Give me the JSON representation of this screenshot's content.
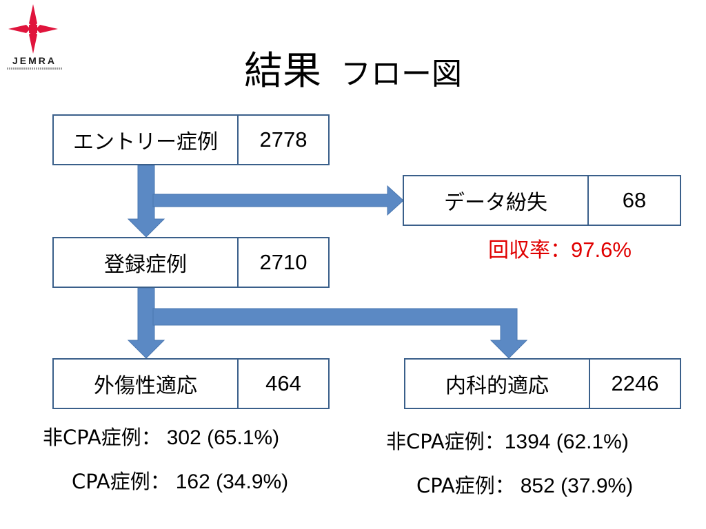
{
  "logo": {
    "text": "JEMRA"
  },
  "title": {
    "main": "結果",
    "sub": "フロー図"
  },
  "boxes": {
    "entry": {
      "label": "エントリー症例",
      "value": "2778"
    },
    "lost": {
      "label": "データ紛失",
      "value": "68"
    },
    "registered": {
      "label": "登録症例",
      "value": "2710"
    },
    "trauma": {
      "label": "外傷性適応",
      "value": "464"
    },
    "medical": {
      "label": "内科的適応",
      "value": "2246"
    }
  },
  "recovery": {
    "label": "回収率：",
    "value": "97.6%"
  },
  "trauma_stats": {
    "noncpa": {
      "label": "非CPA症例：",
      "value": "302 (65.1%)"
    },
    "cpa": {
      "label": "CPA症例：",
      "value": "162 (34.9%)"
    }
  },
  "medical_stats": {
    "noncpa": {
      "label": "非CPA症例：",
      "value": "1394 (62.1%)"
    },
    "cpa": {
      "label": "CPA症例：",
      "value": "852 (37.9%)"
    }
  },
  "colors": {
    "arrow": "#5b89c4",
    "border": "#3a5f8a",
    "accent": "#e00000",
    "logo_red": "#e0143c"
  }
}
